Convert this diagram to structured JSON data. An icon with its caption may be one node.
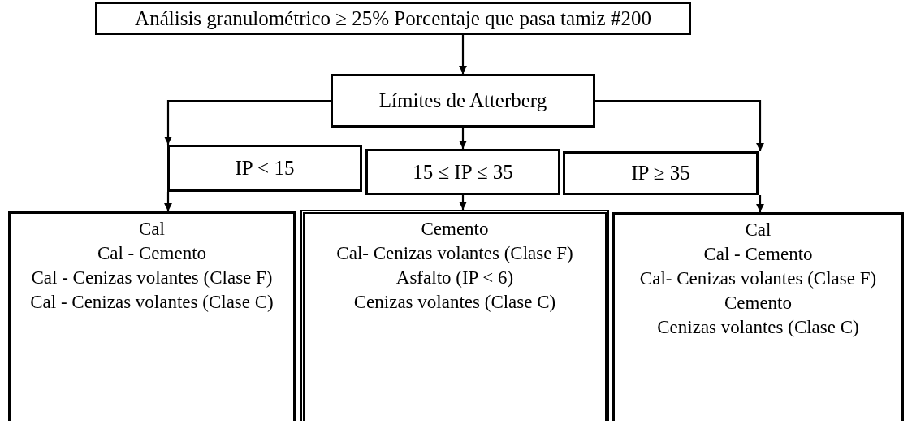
{
  "diagram": {
    "nodes": [
      {
        "text": [
          "Análisis granulométrico ≥ 25% Porcentaje que pasa tamiz #200"
        ]
      },
      {
        "text": [
          "Límites de Atterberg"
        ]
      },
      {
        "text": [
          "IP < 15"
        ]
      },
      {
        "text": [
          "15 ≤ IP ≤ 35"
        ]
      },
      {
        "text": [
          "IP ≥ 35"
        ]
      },
      {
        "text": [
          "Cal",
          "Cal - Cemento",
          "Cal - Cenizas volantes (Clase F)",
          "Cal - Cenizas volantes (Clase C)"
        ]
      },
      {
        "text": [
          "Cemento",
          "Cal- Cenizas volantes (Clase F)",
          "Asfalto (IP < 6)",
          "Cenizas volantes (Clase C)"
        ]
      },
      {
        "text": [
          "Cal",
          "Cal - Cemento",
          "Cal- Cenizas volantes (Clase F)",
          "Cemento",
          "Cenizas volantes (Clase C)"
        ]
      }
    ],
    "edges": [
      {
        "from": 0,
        "to": 1,
        "arrow": "to"
      },
      {
        "from": 1,
        "to": 2,
        "arrow": "to"
      },
      {
        "from": 1,
        "to": 3,
        "arrow": "to"
      },
      {
        "from": 1,
        "to": 4,
        "arrow": "to"
      },
      {
        "from": 2,
        "to": 5,
        "arrow": "to"
      },
      {
        "from": 3,
        "to": 6,
        "arrow": "to"
      },
      {
        "from": 4,
        "to": 7,
        "arrow": "to"
      }
    ]
  }
}
